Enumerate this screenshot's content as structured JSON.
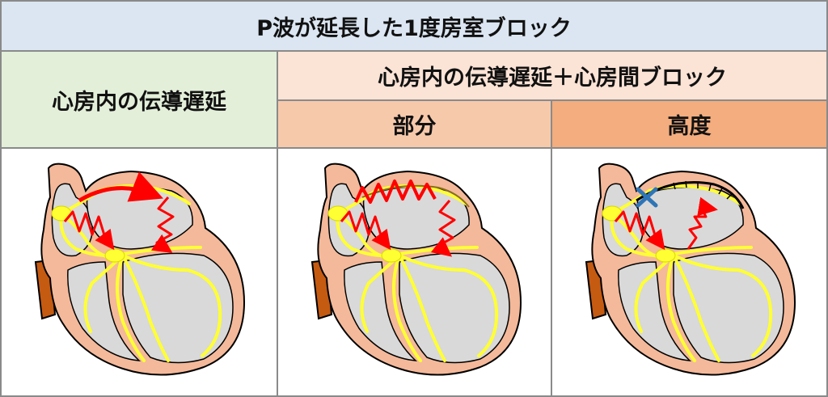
{
  "title": "P波が延長した1度房室ブロック",
  "left_header": "心房内の伝導遅延",
  "right_header": "心房内の伝導遅延＋心房間ブロック",
  "sub_headers": {
    "partial": "部分",
    "advanced": "高度"
  },
  "colors": {
    "title_bg": "#dbe6f2",
    "left_bg": "#e3efd9",
    "right_bg": "#fbe3d6",
    "partial_bg": "#f7c9ab",
    "advanced_bg": "#f3ad7e",
    "heart_wall": "#f4b99a",
    "chamber": "#d9d9d9",
    "conduction": "#ffff33",
    "impulse": "#ff0000",
    "aorta": "#c55a11",
    "block_mark": "#2e75b6"
  },
  "icons": [
    "heart-cross-section",
    "block-x-mark"
  ]
}
